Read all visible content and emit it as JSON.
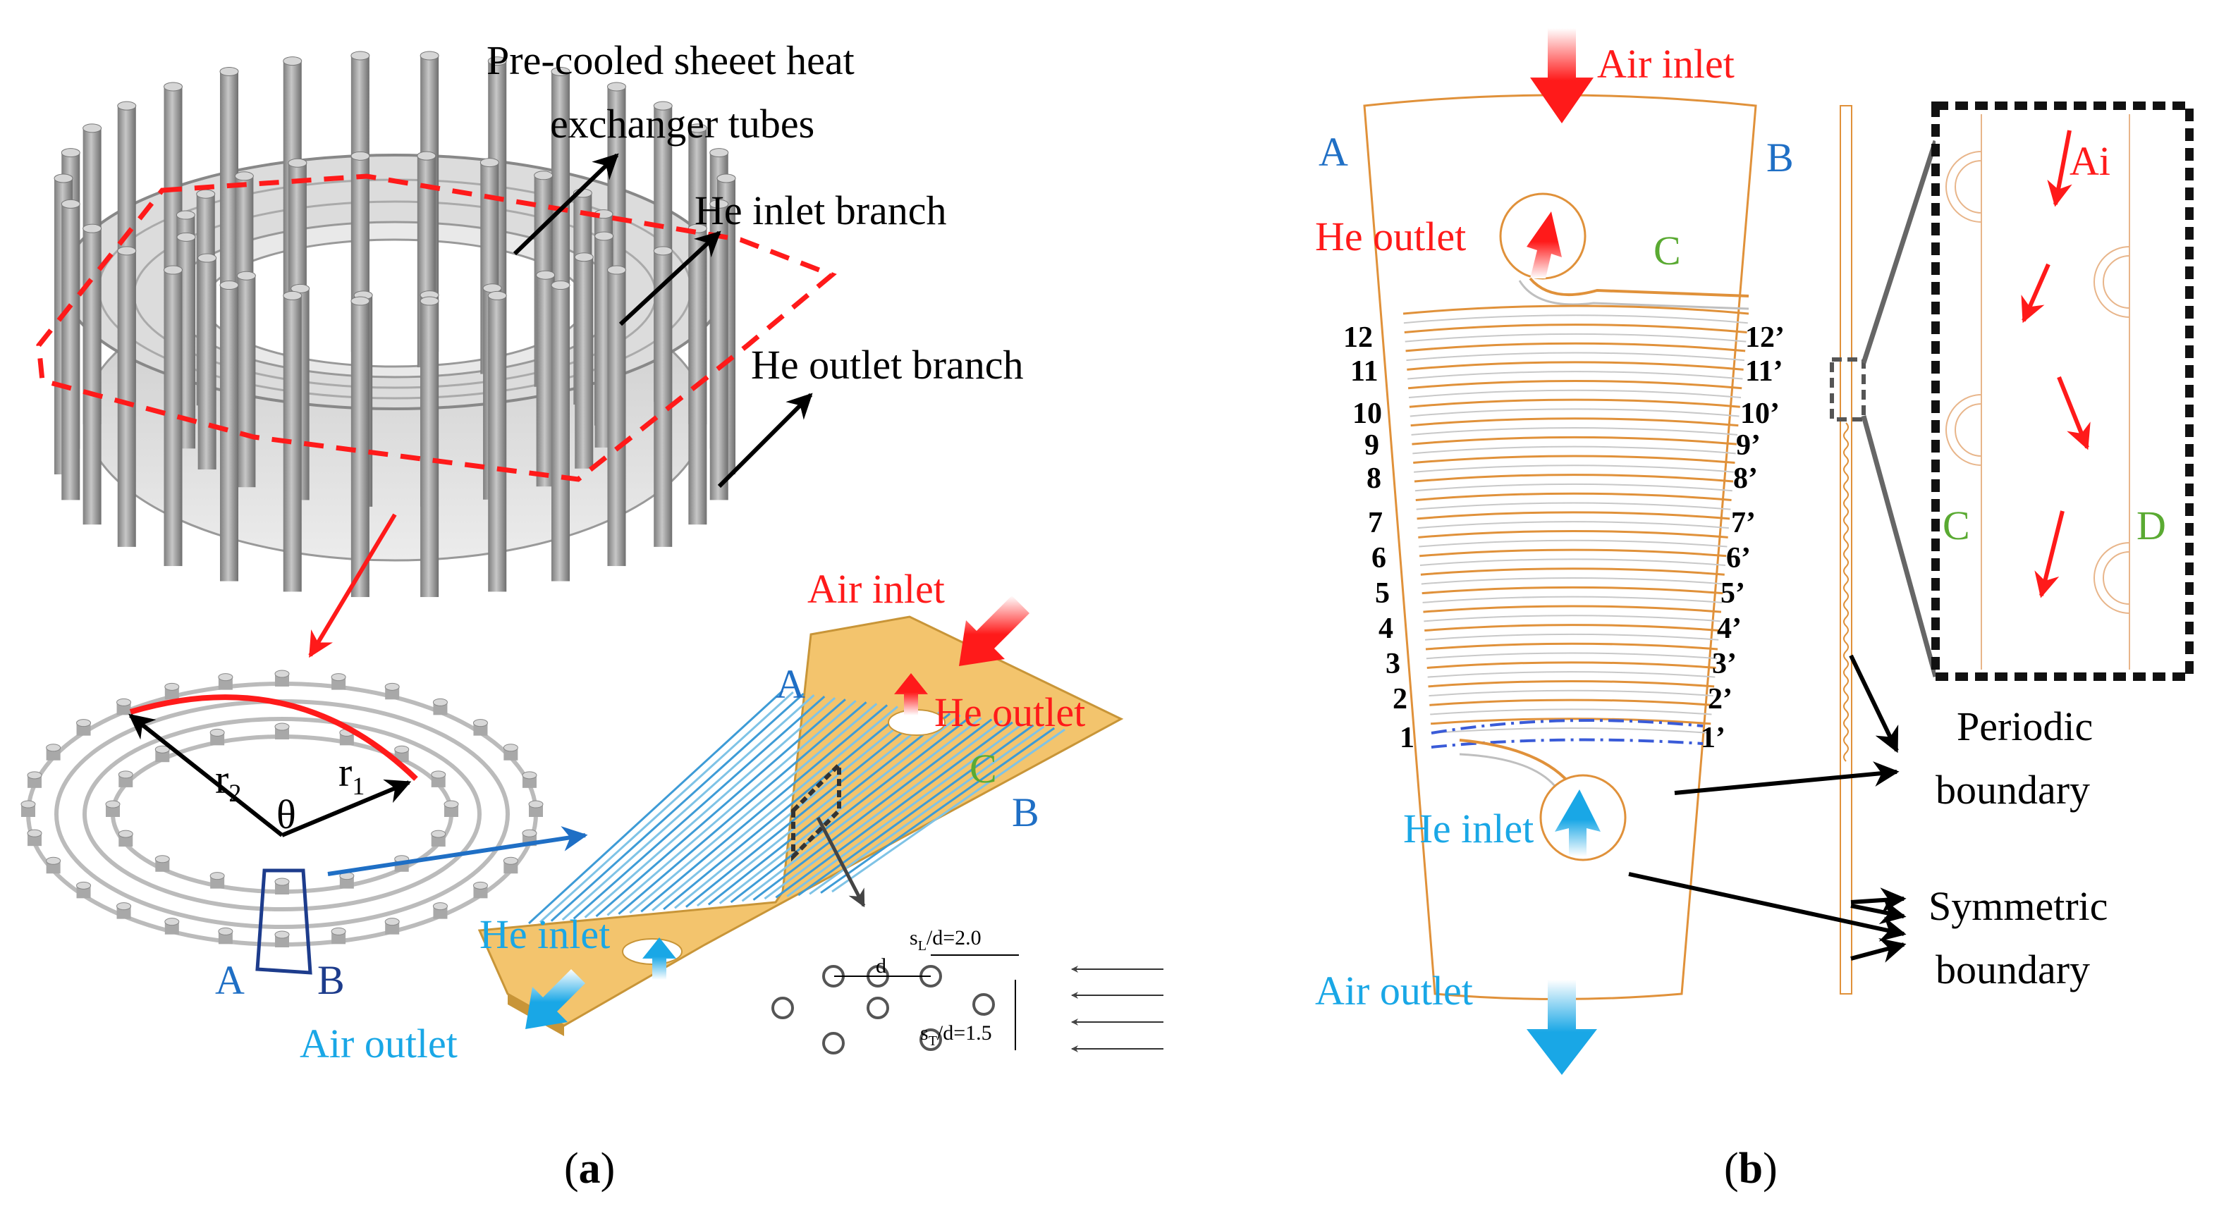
{
  "panel_a": {
    "label_tube_line1": "Pre-cooled sheeet heat",
    "label_tube_line2": "exchanger tubes",
    "label_he_inlet_branch": "He inlet branch",
    "label_he_outlet_branch": "He outlet branch",
    "label_r2": "r",
    "label_r2_sub": "2",
    "label_r1": "r",
    "label_r1_sub": "1",
    "label_theta": "θ",
    "label_A_ring": "A",
    "label_B_ring": "B",
    "label_air_inlet": "Air inlet",
    "label_he_outlet": "He outlet",
    "label_A_sheet": "A",
    "label_B_sheet": "B",
    "label_C_sheet": "C",
    "label_he_inlet": "He inlet",
    "label_air_outlet": "Air outlet",
    "label_sl": "s",
    "label_sl_sub": "L",
    "label_sl_val": "/d=2.0",
    "label_d": "d",
    "label_st": "s",
    "label_st_sub": "T",
    "label_st_val": "/d=1.5",
    "caption_open": "(",
    "caption_letter": "a",
    "caption_close": ")"
  },
  "panel_b": {
    "label_air_inlet": "Air inlet",
    "label_A": "A",
    "label_B": "B",
    "label_he_outlet": "He outlet",
    "label_C": "C",
    "rows_left": [
      "12",
      "11",
      "10",
      "9",
      "8",
      "7",
      "6",
      "5",
      "4",
      "3",
      "2",
      "1"
    ],
    "rows_right": [
      "12’",
      "11’",
      "10’",
      "9’",
      "8’",
      "7’",
      "6’",
      "5’",
      "4’",
      "3’",
      "2’",
      "1’"
    ],
    "label_he_inlet": "He inlet",
    "label_air_outlet": "Air outlet",
    "zoom_label_ai": "Ai",
    "zoom_label_C": "C",
    "zoom_label_D": "D",
    "label_periodic_line1": "Periodic",
    "label_periodic_line2": "boundary",
    "label_symmetric_line1": "Symmetric",
    "label_symmetric_line2": "boundary",
    "caption_open": "(",
    "caption_letter": "b",
    "caption_close": ")"
  },
  "colors": {
    "red": "#ff1a1a",
    "blue_label": "#1f6fc5",
    "cyan": "#19a7e6",
    "green": "#5aaa32",
    "tube_gray": "#9a9a9a",
    "sheet": "#f3c46d",
    "orange_line": "#e0913a",
    "dark_blue": "#1d3c8c"
  }
}
